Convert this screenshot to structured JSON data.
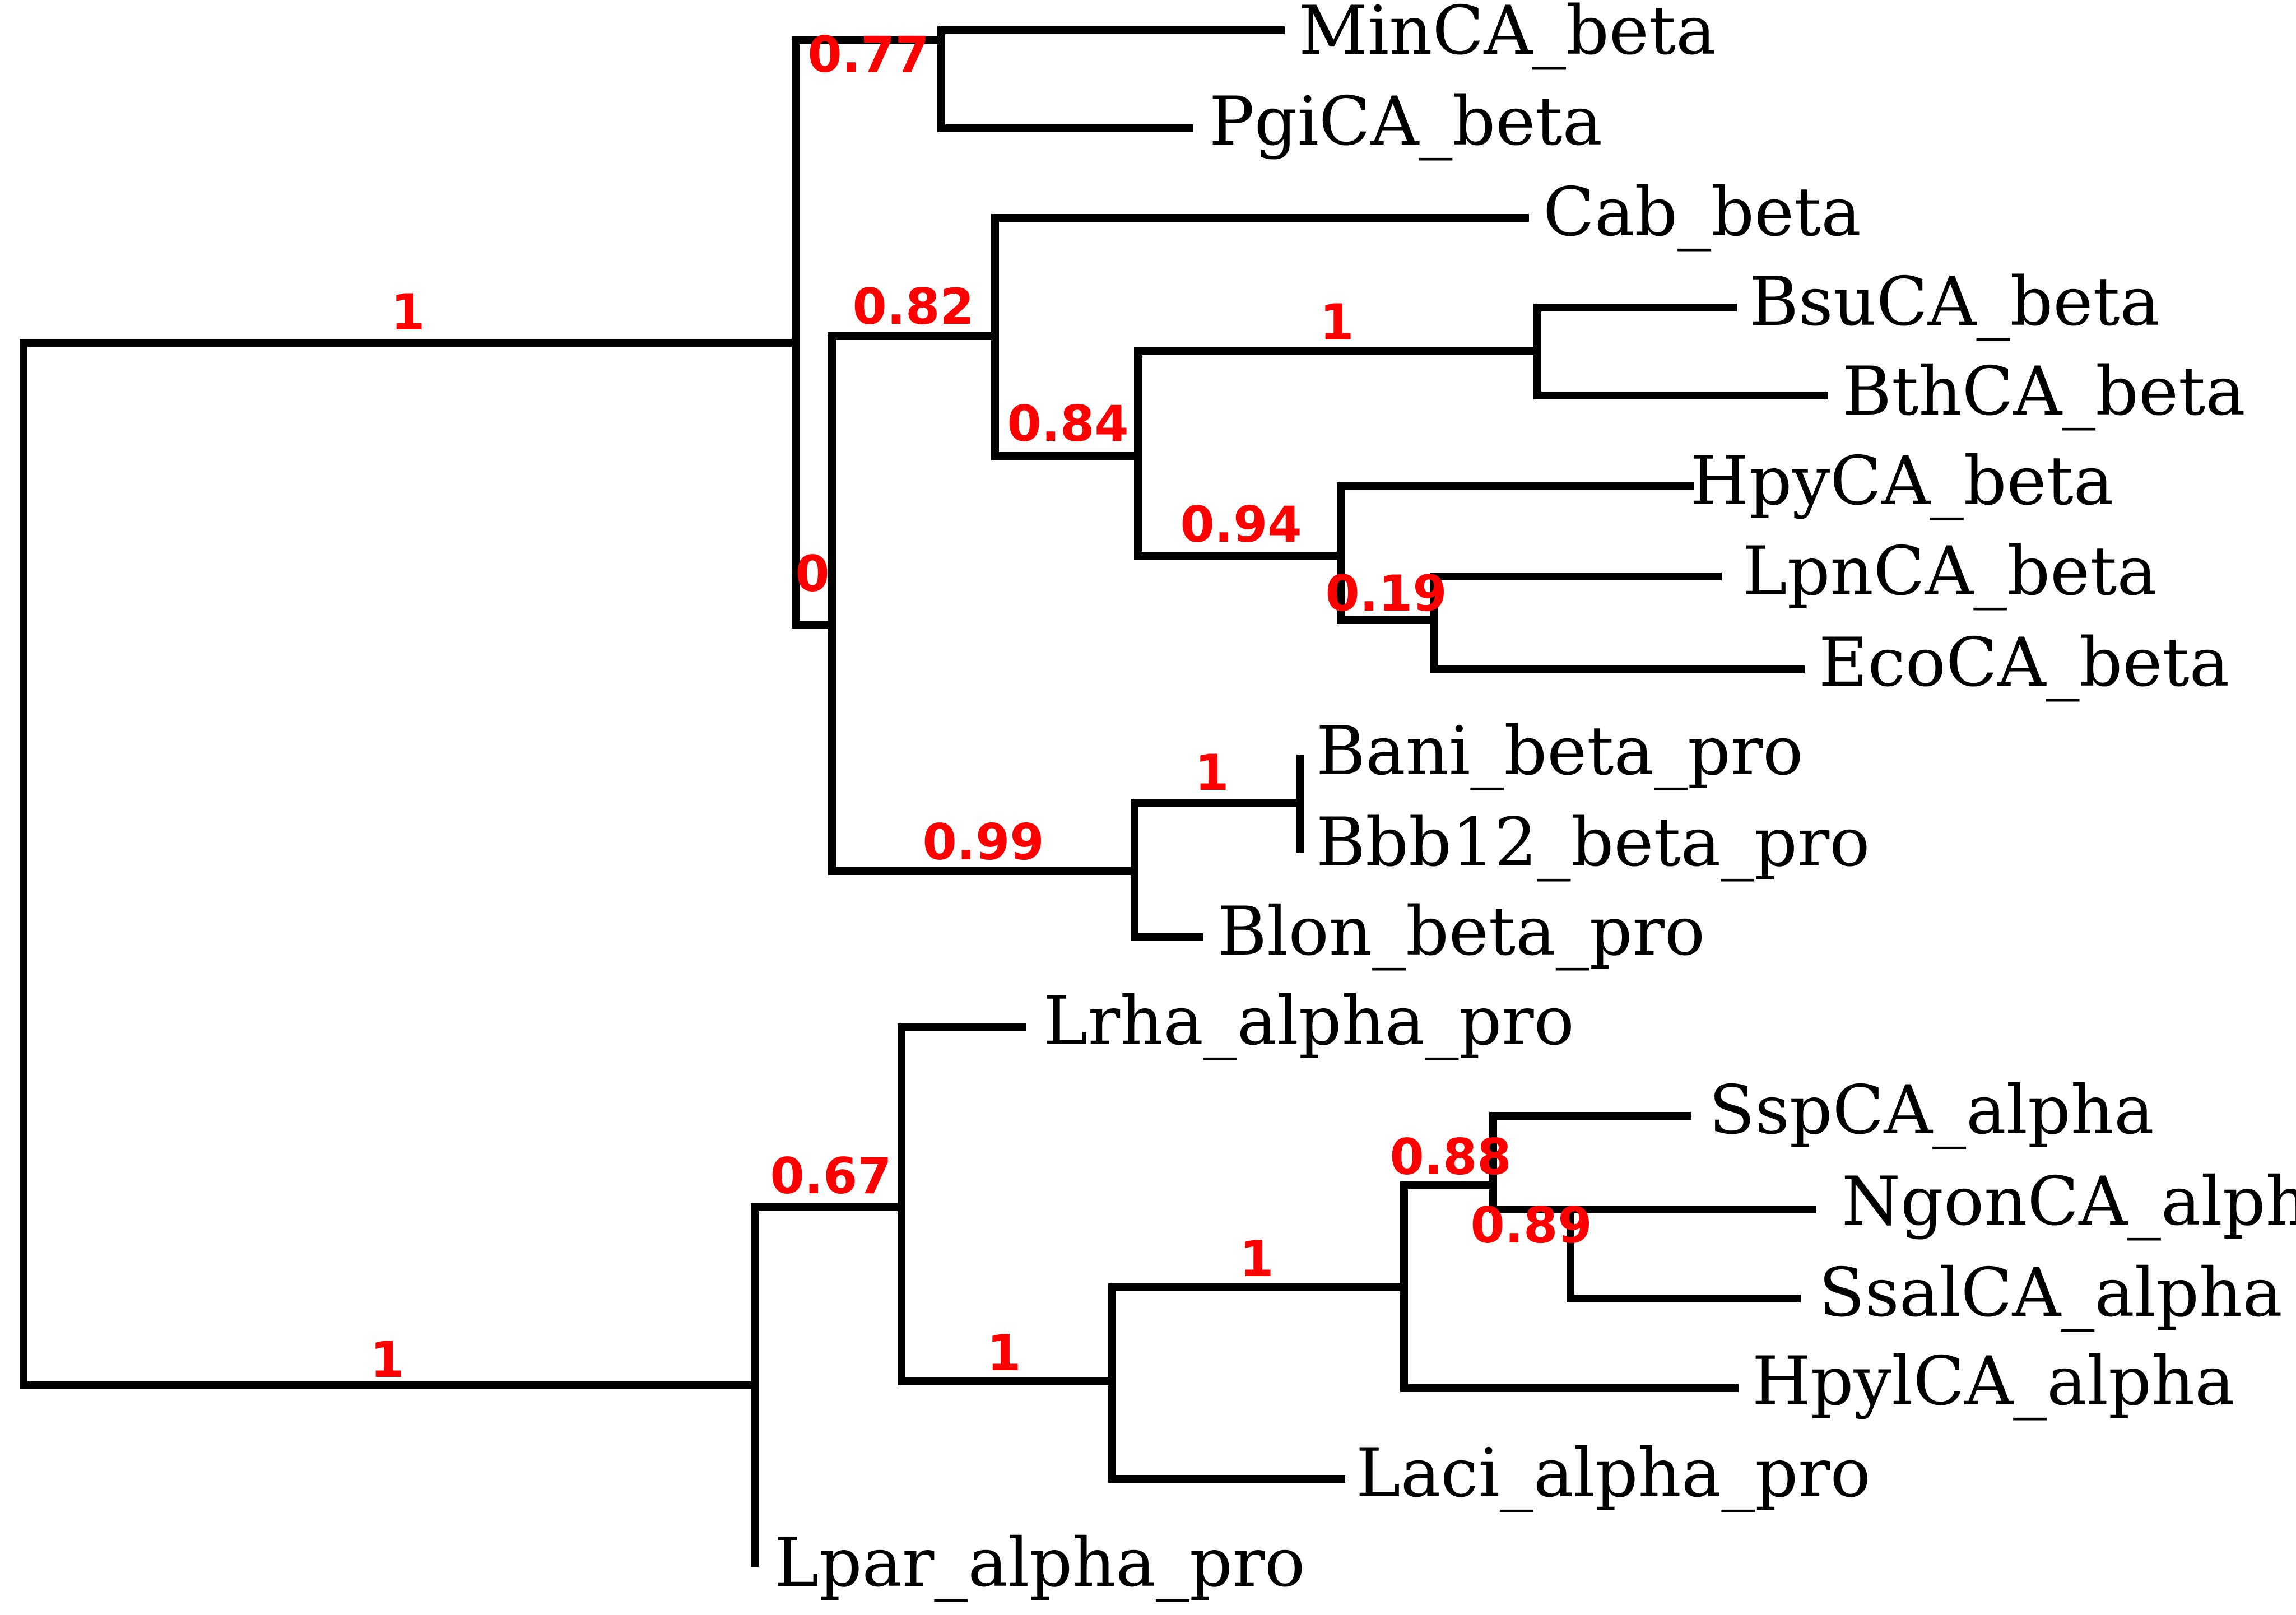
{
  "tree": {
    "leaves": [
      "MinCA_beta",
      "PgiCA_beta",
      "Cab_beta",
      "BsuCA_beta",
      "BthCA_beta",
      "HpyCA_beta",
      "LpnCA_beta",
      "EcoCA_beta",
      "Bani_beta_pro",
      "Bbb12_beta_pro",
      "Blon_beta_pro",
      "Lrha_alpha_pro",
      "SspCA_alpha",
      "NgonCA_alpha",
      "SsalCA_alpha",
      "HpylCA_alpha",
      "Laci_alpha_pro",
      "Lpar_alpha_pro"
    ],
    "support_values": [
      "0.77",
      "1",
      "0.82",
      "1",
      "0.84",
      "0.94",
      "0",
      "0.19",
      "1",
      "0.99",
      "0.67",
      "0.88",
      "0.89",
      "1",
      "1",
      "1"
    ],
    "colors": {
      "branch": "#000000",
      "label": "#000000",
      "support": "#ff0000"
    }
  }
}
